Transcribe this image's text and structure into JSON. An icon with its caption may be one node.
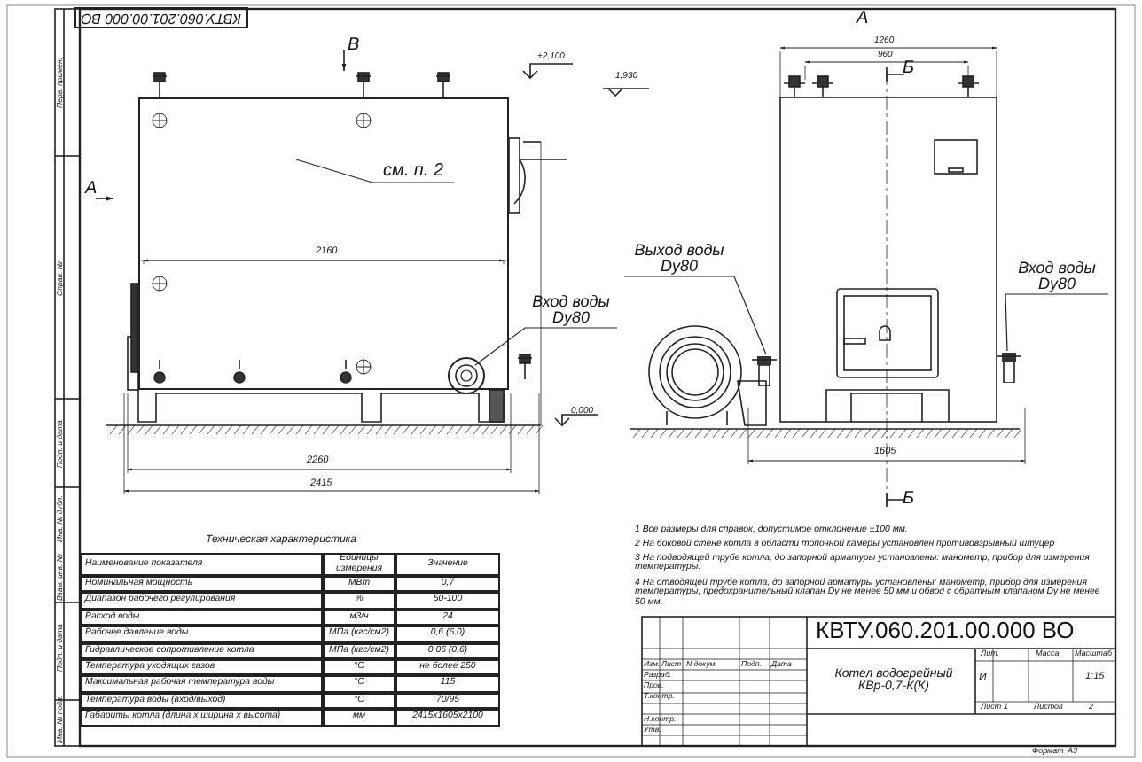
{
  "diagram": {
    "nodes": [
      {
        "text": [],
        "shape": "picture"
      },
      {
        "text": [
          "см. п. 2"
        ],
        "in": 0
      },
      {
        "text": [
          "Вход воды Dy80"
        ]
      },
      {
        "text": [],
        "shape": "picture"
      },
      {
        "text": [
          "Выход воды Dy80"
        ]
      },
      {
        "text": [],
        "shape": "picture"
      },
      {
        "text": [
          "Вход воды Dy80"
        ]
      },
      {
        "text": [],
        "shape": "picture"
      }
    ],
    "edges": [
      {
        "from": 1,
        "to": 0,
        "arrow": "none"
      },
      {
        "from": 2,
        "to": 3,
        "arrow": "none"
      },
      {
        "from": 4,
        "to": 5,
        "arrow": "none"
      },
      {
        "from": 6,
        "to": 7,
        "arrow": "none"
      }
    ],
    "labels": [
      "КВТУ.060.201.00.000 ВО",
      "Перв. примен.",
      "Справ. №",
      "Подп. и дата",
      "Инв. № дубл.",
      "Взам. инв. №",
      "Подп. и дата",
      "Инв. № подл.",
      "В",
      "+2,100",
      "1,930",
      "А",
      "2160",
      "0,000",
      "2260",
      "2415",
      "А",
      "1260",
      "960",
      "Б",
      "1605",
      "Б",
      "Техническая характеристика",
      "Наименование показателя",
      "Единицы измерения",
      "Значение",
      "Номинальная мощность",
      "МВт",
      "0,7",
      "Диапазон рабочего регулирования",
      "%",
      "50-100",
      "Расход воды",
      "м3/ч",
      "24",
      "Рабочее давление воды",
      "МПа (кгс/см2)",
      "0,6 (6,0)",
      "Гидравлическое сопротивление котла",
      "МПа (кгс/см2)",
      "0,06 (0,6)",
      "Температура уходящих газов",
      "°С",
      "не более 250",
      "Максимальная рабочая температура воды",
      "°С",
      "115",
      "Температура воды (вход/выход)",
      "°С",
      "70/95",
      "Габариты котла (длина х ширина х высота)",
      "мм",
      "2415х1605х2100",
      "1 Все размеры для справок, допустимое отклонение ±100 мм.",
      "2 На боковой стене котла в области топочной камеры установлен противовзрывный штуцер",
      "3 На подводящей трубе котла, до запорной арматуры установлены: манометр, прибор для измерения температуры.",
      "4 На отводящей трубе котла, до запорной арматуры установлены: манометр, прибор для измерения температуры, предохранительный клапан Dу не менее 50 мм и обвод с обратным клапаном Dу не менее 50 мм.",
      "КВТУ.060.201.00.000 ВО",
      "Изм.",
      "Лист",
      "N докум.",
      "Подп.",
      "Дата",
      "Разраб.",
      "Пров.",
      "Т.контр.",
      "Н.контр.",
      "Утв.",
      "Котел водогрейный КВр-0,7-К(К)",
      "Лит.",
      "Масса",
      "Масштаб",
      "И",
      "1:15",
      "Лист",
      "1",
      "Листов",
      "2",
      "Формат",
      "А3"
    ]
  }
}
